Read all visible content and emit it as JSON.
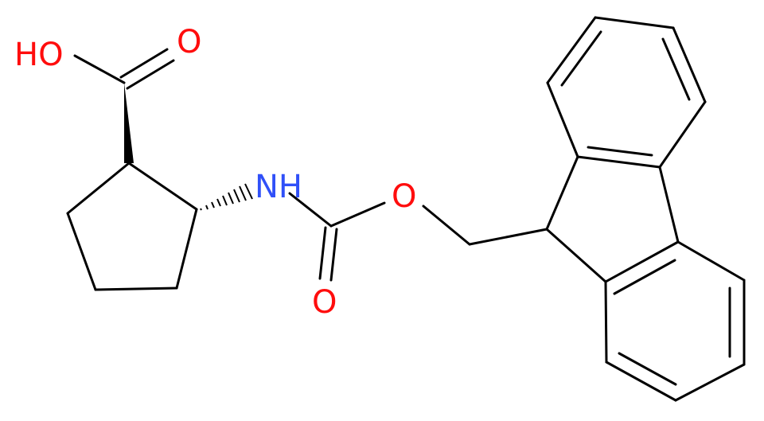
{
  "colors": {
    "bond": "#000000",
    "oxygen": "#ff0d0d",
    "nitrogen": "#3050f8",
    "background": "#ffffff"
  },
  "atoms": {
    "acid_hydroxyl": "HO",
    "acid_carbonyl_oxygen": "O",
    "amide_nitrogen": "NH",
    "carbamate_ester_oxygen": "O",
    "carbamate_carbonyl_oxygen": "O"
  }
}
